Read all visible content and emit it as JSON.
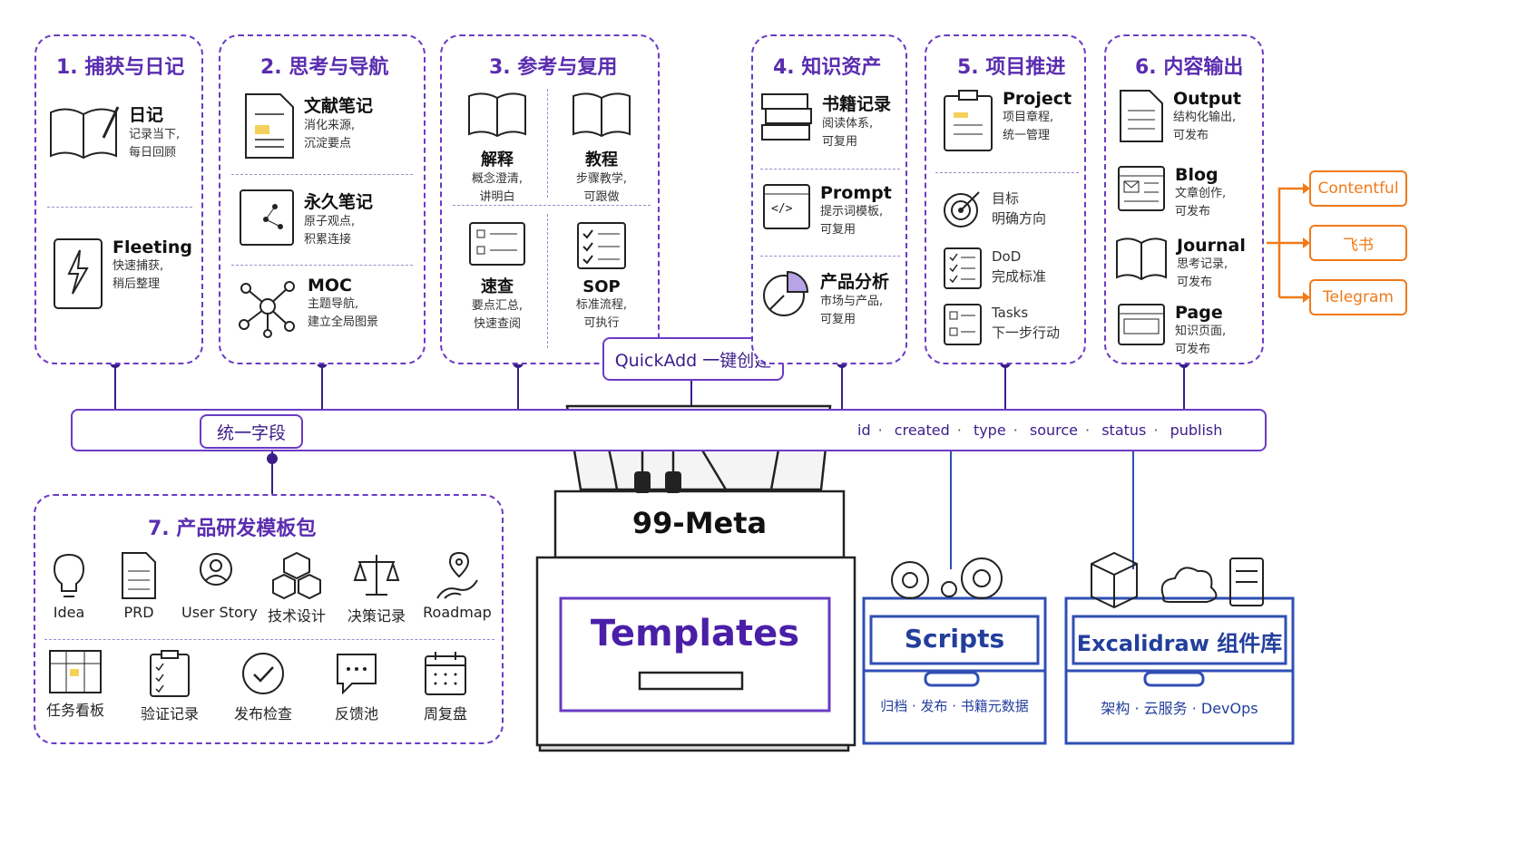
{
  "sections": {
    "capture": {
      "title": "1. 捕获与日记",
      "items": [
        {
          "name": "日记",
          "desc": [
            "记录当下,",
            "每日回顾"
          ]
        },
        {
          "name": "Fleeting",
          "desc": [
            "快速捕获,",
            "稍后整理"
          ]
        }
      ]
    },
    "thinking": {
      "title": "2. 思考与导航",
      "items": [
        {
          "name": "文献笔记",
          "desc": [
            "消化来源,",
            "沉淀要点"
          ]
        },
        {
          "name": "永久笔记",
          "desc": [
            "原子观点,",
            "积累连接"
          ]
        },
        {
          "name": "MOC",
          "desc": [
            "主题导航,",
            "建立全局图景"
          ]
        }
      ]
    },
    "reference": {
      "title": "3. 参考与复用",
      "items": [
        {
          "name": "解释",
          "desc": [
            "概念澄清,",
            "讲明白"
          ]
        },
        {
          "name": "教程",
          "desc": [
            "步骤教学,",
            "可跟做"
          ]
        },
        {
          "name": "速查",
          "desc": [
            "要点汇总,",
            "快速查阅"
          ]
        },
        {
          "name": "SOP",
          "desc": [
            "标准流程,",
            "可执行"
          ]
        }
      ]
    },
    "knowledge": {
      "title": "4. 知识资产",
      "items": [
        {
          "name": "书籍记录",
          "desc": [
            "阅读体系,",
            "可复用"
          ]
        },
        {
          "name": "Prompt",
          "desc": [
            "提示词模板,",
            "可复用"
          ]
        },
        {
          "name": "产品分析",
          "desc": [
            "市场与产品,",
            "可复用"
          ]
        }
      ]
    },
    "project": {
      "title": "5. 项目推进",
      "items": [
        {
          "name": "Project",
          "desc": [
            "项目章程,",
            "统一管理"
          ]
        },
        {
          "name": "目标",
          "desc": [
            "明确方向"
          ]
        },
        {
          "name": "DoD",
          "desc": [
            "完成标准"
          ]
        },
        {
          "name": "Tasks",
          "desc": [
            "下一步行动"
          ]
        }
      ]
    },
    "output": {
      "title": "6. 内容输出",
      "items": [
        {
          "name": "Output",
          "desc": [
            "结构化输出,",
            "可发布"
          ]
        },
        {
          "name": "Blog",
          "desc": [
            "文章创作,",
            "可发布"
          ]
        },
        {
          "name": "Journal",
          "desc": [
            "思考记录,",
            "可发布"
          ]
        },
        {
          "name": "Page",
          "desc": [
            "知识页面,",
            "可发布"
          ]
        }
      ]
    }
  },
  "publish_targets": [
    "Contentful",
    "飞书",
    "Telegram"
  ],
  "quickadd_label": "QuickAdd 一键创建",
  "unified_fields_label": "统一字段",
  "fields": [
    "id",
    "created",
    "type",
    "source",
    "status",
    "publish"
  ],
  "product_pack": {
    "title": "7. 产品研发模板包",
    "row1": [
      "Idea",
      "PRD",
      "User Story",
      "技术设计",
      "决策记录",
      "Roadmap"
    ],
    "row2": [
      "任务看板",
      "验证记录",
      "发布检查",
      "反馈池",
      "周复盘"
    ]
  },
  "toolbox": {
    "meta_label": "99-Meta",
    "drawer_label": "Templates"
  },
  "scripts": {
    "title": "Scripts",
    "desc": "归档 · 发布 · 书籍元数据"
  },
  "excalidraw": {
    "title": "Excalidraw 组件库",
    "desc": "架构 · 云服务 · DevOps"
  },
  "colors": {
    "purple": "#6a3bc4",
    "blue": "#2f4fb4",
    "orange": "#f07a1a"
  }
}
